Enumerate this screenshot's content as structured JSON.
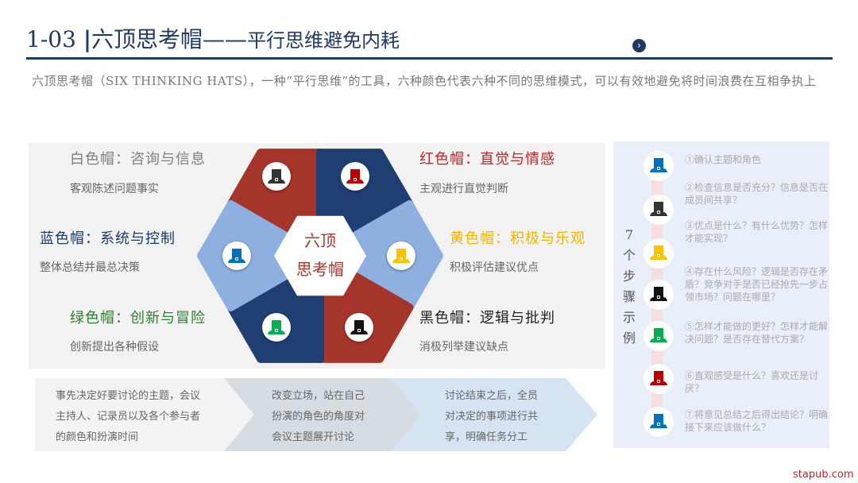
{
  "header": {
    "code": "1-03",
    "separator": "|",
    "title": "六顶思考帽——",
    "subtitle": "平行思维避免内耗",
    "nav_icon": "chevron-right-icon"
  },
  "intro": "六顶思考帽（SIX THINKING HATS），一种“平行思维”的工具，六种颜色代表六种不同的思维模式，可以有效地避免将时间浪费在互相争执上",
  "center": {
    "line1": "六顶",
    "line2": "思考帽"
  },
  "hats": [
    {
      "title": "白色帽：咨询与信息",
      "desc": "客观陈述问题事实",
      "color": "#7f7f7f"
    },
    {
      "title": "红色帽：直觉与情感",
      "desc": "主观进行直觉判断",
      "color": "#b8292f"
    },
    {
      "title": "蓝色帽：系统与控制",
      "desc": "整体总结并最总决策",
      "color": "#1f3864"
    },
    {
      "title": "黄色帽：积极与乐观",
      "desc": "积极评估建议优点",
      "color": "#f4b400"
    },
    {
      "title": "绿色帽：创新与冒险",
      "desc": "创新提出各种假设",
      "color": "#2e7d32"
    },
    {
      "title": "黑色帽：逻辑与批判",
      "desc": "消极列举建议缺点",
      "color": "#222222"
    }
  ],
  "flow": [
    "事先决定好要讨论的主题，会议主持人、记录员以及各个参与者的颜色和扮演时间",
    "改变立场，站在自己扮演的角色的角度对会议主题展开讨论",
    "讨论结束之后，全员对决定的事项进行共享，明确任务分工"
  ],
  "steps_label": "7个步骤示例",
  "steps": [
    {
      "text": "①确认主题和角色",
      "color": "#0070c0"
    },
    {
      "text": "②检查信息是否充分？信息是否在成员间共享？",
      "color": "#333333"
    },
    {
      "text": "③优点是什么？有什么优势？怎样才能实现？",
      "color": "#ffc000"
    },
    {
      "text": "④存在什么风险？逻辑是否存在矛盾？竞争对手是否已经抢先一步占领市场？问题在哪里？",
      "color": "#111111"
    },
    {
      "text": "⑤怎样才能做的更好？怎样才能解决问题？是否存在替代方案？",
      "color": "#00b050"
    },
    {
      "text": "⑥直观感受是什么？喜欢还是讨厌？",
      "color": "#c00000"
    },
    {
      "text": "⑦将意见总结之后得出结论？明确接下来应该做什么？",
      "color": "#0070c0"
    }
  ],
  "footer": "stapub.com"
}
